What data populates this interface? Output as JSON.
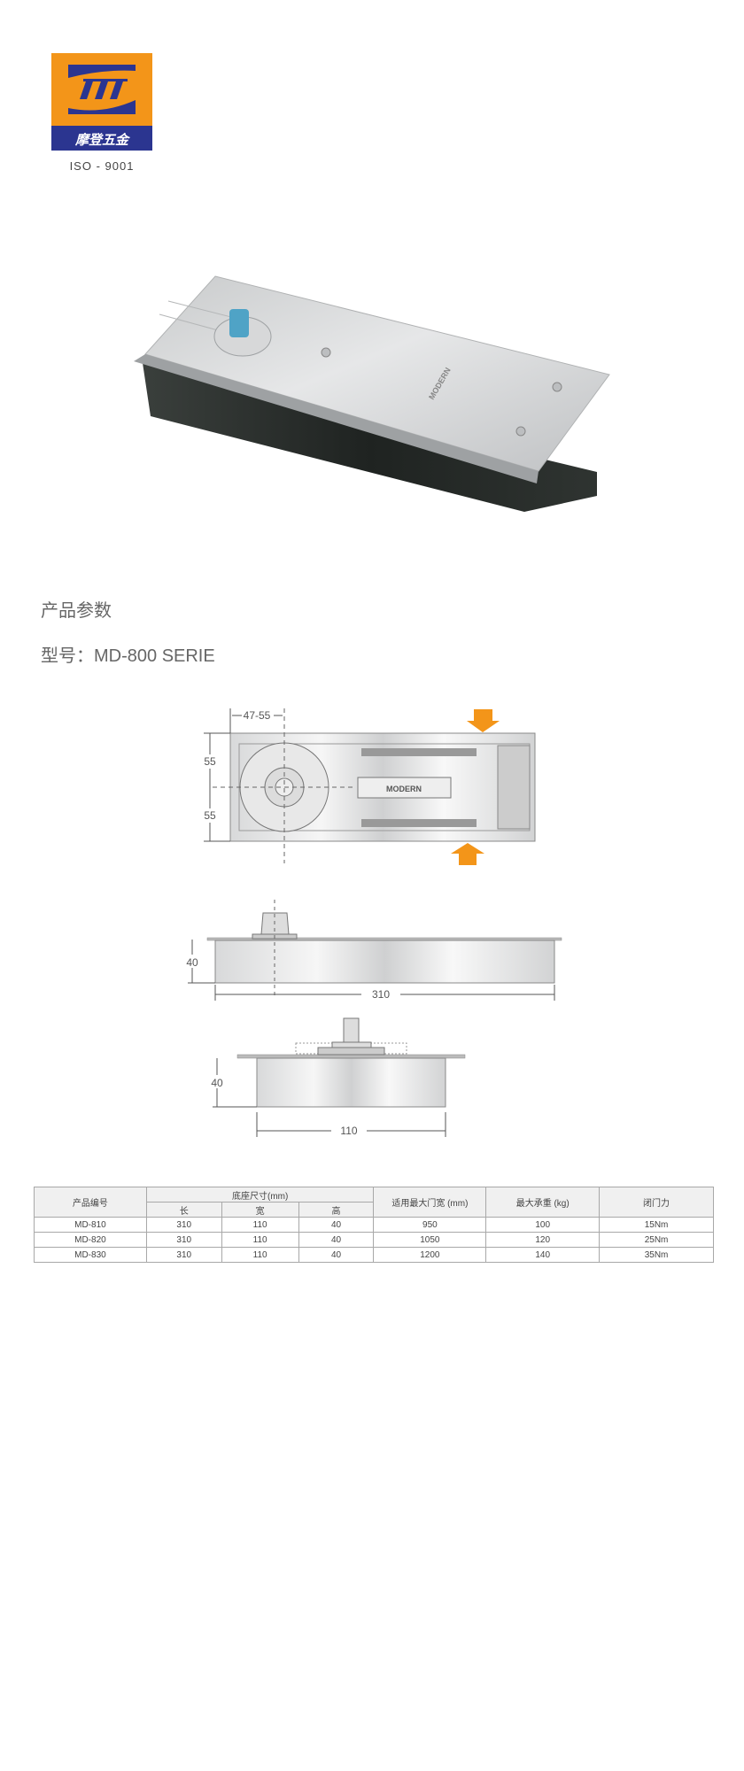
{
  "header": {
    "brand_logo_text": "摩登五金",
    "certification": "ISO - 9001"
  },
  "section": {
    "title": "产品参数",
    "model_label": "型号：MD-800 SERIE"
  },
  "product_photo": {
    "logo_text": "MODERN"
  },
  "top_view": {
    "offset_label": "47-55",
    "half_width_top": "55",
    "half_width_bottom": "55",
    "logo_text": "MODERN"
  },
  "side_view": {
    "height_label": "40",
    "length_label": "310"
  },
  "end_view": {
    "height_label": "40",
    "width_label": "110"
  },
  "colors": {
    "orange": "#f39519",
    "navy": "#2b3590"
  },
  "spec_table": {
    "headers": {
      "model": "产品编号",
      "base_size": "底座尺寸(mm)",
      "length": "长",
      "width": "宽",
      "height": "高",
      "max_door_width": "适用最大门宽 (mm)",
      "max_load": "最大承重 (kg)",
      "closing_force": "闭门力"
    },
    "rows": [
      [
        "MD-810",
        "310",
        "110",
        "40",
        "950",
        "100",
        "15Nm"
      ],
      [
        "MD-820",
        "310",
        "110",
        "40",
        "1050",
        "120",
        "25Nm"
      ],
      [
        "MD-830",
        "310",
        "110",
        "40",
        "1200",
        "140",
        "35Nm"
      ]
    ]
  }
}
